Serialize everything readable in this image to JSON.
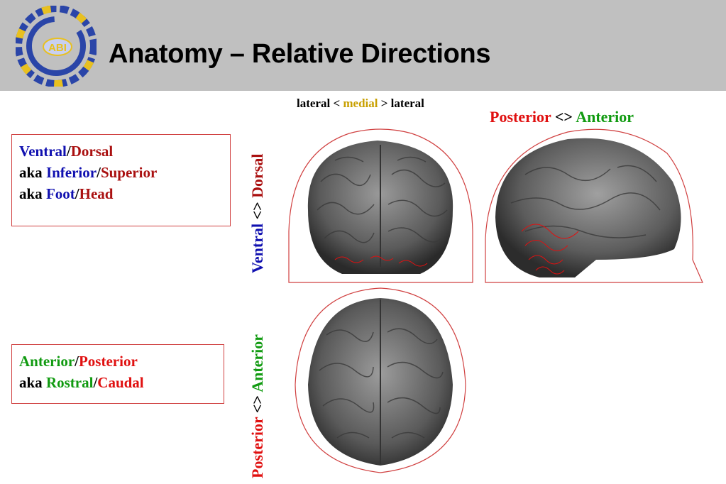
{
  "header": {
    "title": "Anatomy – Relative Directions",
    "logo_text": "ABI",
    "background": "#c0c0c0"
  },
  "box1": {
    "line1_a": "Ventral",
    "line1_sep": "/",
    "line1_b": "Dorsal",
    "line2_aka": "aka ",
    "line2_a": "Inferior",
    "line2_sep": "/",
    "line2_b": "Superior",
    "line3_aka": "aka ",
    "line3_a": "Foot",
    "line3_sep": "/",
    "line3_b": "Head"
  },
  "box2": {
    "line1_a": "Anterior",
    "line1_sep": "/",
    "line1_b": "Posterior",
    "line2_aka": "aka ",
    "line2_a": "Rostral",
    "line2_sep": "/",
    "line2_b": "Caudal"
  },
  "captions": {
    "top_left": "lateral < ",
    "top_mid": "medial",
    "top_right": " > lateral",
    "pa_left": "Posterior",
    "pa_mid": " <> ",
    "pa_right": "Anterior",
    "vd_a": "Ventral",
    "vd_mid": " <> ",
    "vd_b": "Dorsal",
    "pa2_a": "Posterior",
    "pa2_mid": " <> ",
    "pa2_b": "Anterior"
  },
  "colors": {
    "blue": "#1010b0",
    "dark_red": "#aa1010",
    "red": "#e01010",
    "green": "#109a10",
    "gold": "#c8a000",
    "outline": "#d04040"
  }
}
